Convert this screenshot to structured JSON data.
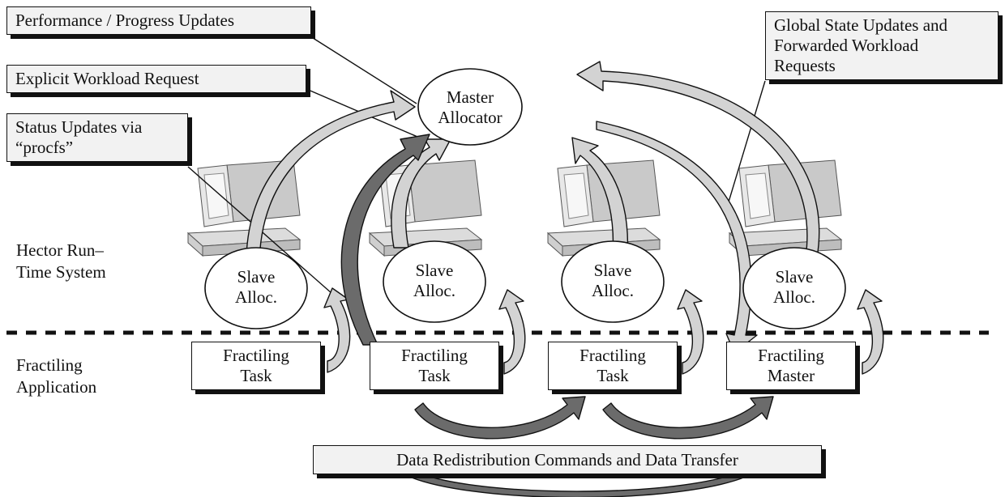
{
  "callouts": {
    "performance": "Performance / Progress Updates",
    "workload_request": "Explicit Workload Request",
    "status_updates": "Status Updates via\n“procfs”",
    "global_state": "Global State Updates and\nForwarded Workload\nRequests"
  },
  "layers": {
    "runtime": "Hector Run–\nTime System",
    "application": "Fractiling\nApplication"
  },
  "master_allocator": "Master\nAllocator",
  "slave_allocators": [
    "Slave\nAlloc.",
    "Slave\nAlloc.",
    "Slave\nAlloc.",
    "Slave\nAlloc."
  ],
  "tasks": [
    "Fractiling\nTask",
    "Fractiling\nTask",
    "Fractiling\nTask",
    "Fractiling\nMaster"
  ],
  "banner": "Data Redistribution Commands and Data Transfer",
  "icons": [
    "workstation-icon",
    "workstation-icon",
    "workstation-icon",
    "workstation-icon"
  ],
  "colors": {
    "light_arrow": "#d3d3d3",
    "dark_arrow": "#6b6b6b",
    "outline": "#111111"
  }
}
